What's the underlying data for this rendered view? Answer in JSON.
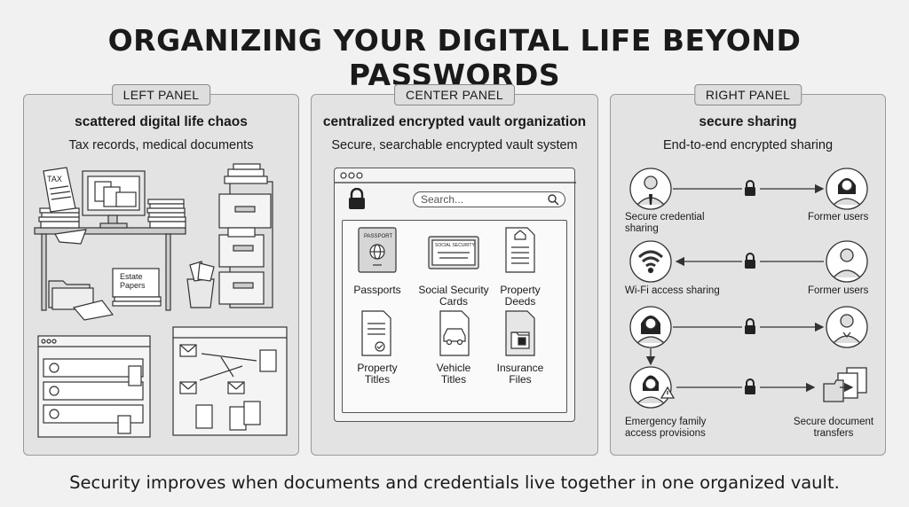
{
  "title": "ORGANIZING YOUR DIGITAL LIFE BEYOND PASSWORDS",
  "footer": "Security improves when documents and credentials live together in one organized vault.",
  "left": {
    "tag": "LEFT PANEL",
    "heading": "scattered digital life chaos",
    "sub": "Tax records, medical documents",
    "doc_tax": "TAX",
    "estate": "Estate Papers"
  },
  "center": {
    "tag": "CENTER PANEL",
    "heading": "centralized encrypted vault organization",
    "sub": "Secure, searchable encrypted vault system",
    "search_placeholder": "Search...",
    "passport_text": "PASSPORT",
    "ssc_text": "SOCIAL SECURITY",
    "items": [
      {
        "line1": "Passports",
        "line2": ""
      },
      {
        "line1": "Social Security",
        "line2": "Cards"
      },
      {
        "line1": "Property",
        "line2": "Deeds"
      },
      {
        "line1": "Property",
        "line2": "Titles"
      },
      {
        "line1": "Vehicle",
        "line2": "Titles"
      },
      {
        "line1": "Insurance",
        "line2": "Files"
      }
    ]
  },
  "right": {
    "tag": "RIGHT PANEL",
    "heading": "secure sharing",
    "sub": "End-to-end encrypted sharing",
    "rows": [
      {
        "left1": "Secure credential",
        "left2": "sharing",
        "right1": "Former users",
        "right2": ""
      },
      {
        "left1": "Wi-Fi access sharing",
        "left2": "",
        "right1": "Former users",
        "right2": ""
      },
      {
        "left1": "",
        "left2": "",
        "right1": "",
        "right2": ""
      },
      {
        "left1": "Emergency family",
        "left2": "access provisions",
        "right1": "Secure document",
        "right2": "transfers"
      }
    ]
  }
}
